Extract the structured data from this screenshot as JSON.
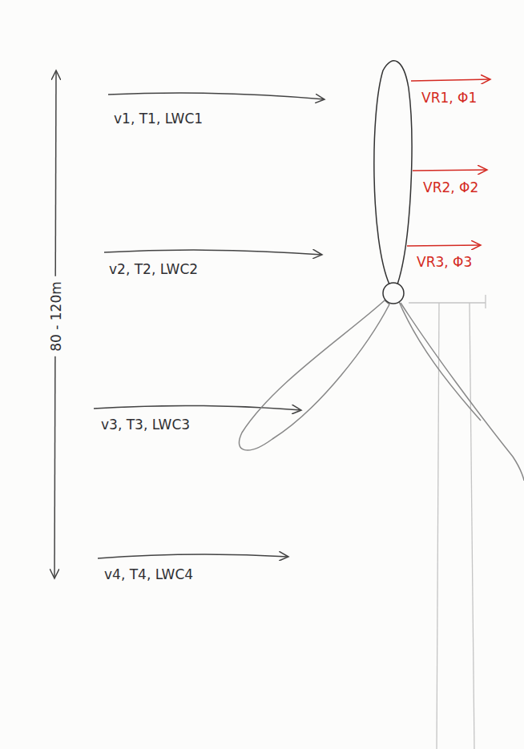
{
  "diagram": {
    "labels": [
      "v1, T1, LWC1",
      "VR1, Φ1",
      "VR2, Φ2",
      "80 - 120m",
      "VR3, Φ3",
      "v2, T2, LWC2",
      "v3, T3, LWC3",
      "v4, T4, LWC4"
    ]
  }
}
